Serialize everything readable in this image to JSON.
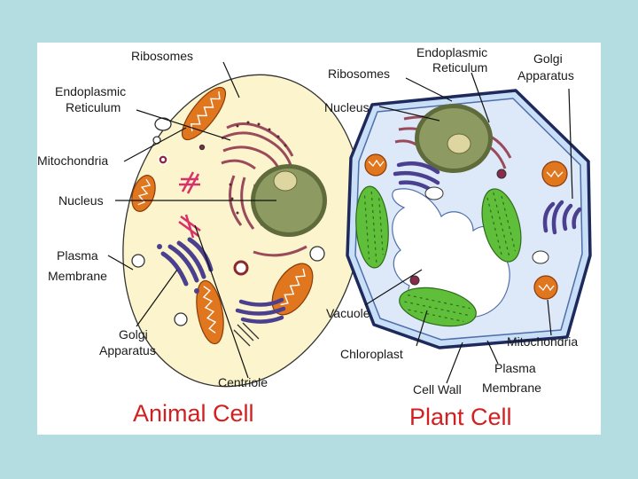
{
  "animal_cell": {
    "title": "Animal Cell",
    "labels": {
      "ribosomes": "Ribosomes",
      "er_line1": "Endoplasmic",
      "er_line2": "Reticulum",
      "mitochondria": "Mitochondria",
      "nucleus": "Nucleus",
      "plasma_line1": "Plasma",
      "plasma_line2": "Membrane",
      "golgi_line1": "Golgi",
      "golgi_line2": "Apparatus",
      "centriole": "Centriole"
    }
  },
  "plant_cell": {
    "title": "Plant Cell",
    "labels": {
      "ribosomes": "Ribosomes",
      "er_line1": "Endoplasmic",
      "er_line2": "Reticulum",
      "golgi_line1": "Golgi",
      "golgi_line2": "Apparatus",
      "nucleus": "Nucleus",
      "vacuole": "Vacuole",
      "chloroplast": "Chloroplast",
      "mitochondria": "Mitochondria",
      "plasma": "Plasma",
      "membrane": "Membrane",
      "cell_wall": "Cell Wall"
    }
  },
  "colors": {
    "background": "#b4dde2",
    "animal_cytoplasm": "#fbf4cc",
    "plant_cytoplasm": "#c9dff7",
    "plant_wall": "#1e2a5c",
    "nucleus": "#8d9a62",
    "mitochondria": "#e0761e",
    "golgi": "#4b3f8f",
    "chloroplast": "#5fbf3a",
    "er": "#9a4a5a",
    "centriole": "#d8326a",
    "title": "#d22020"
  }
}
